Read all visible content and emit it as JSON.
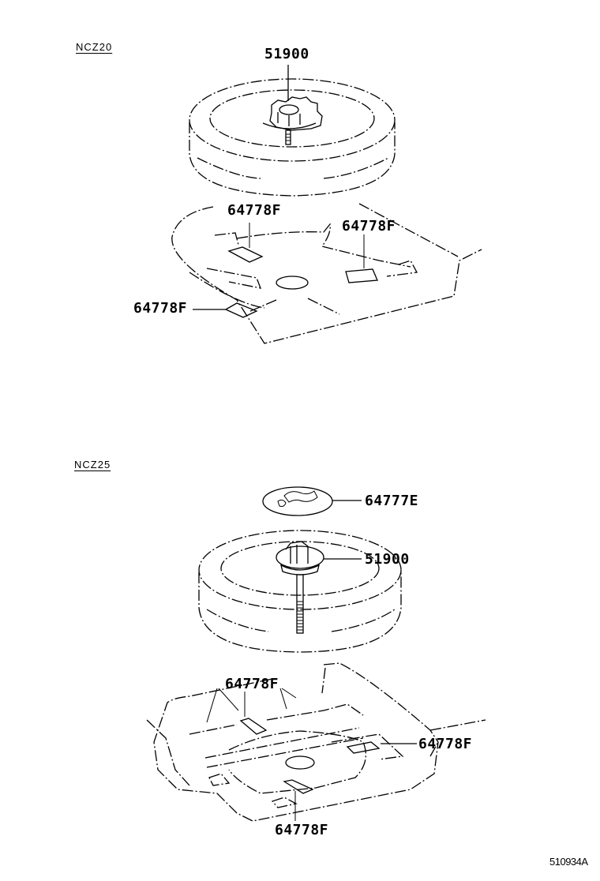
{
  "diagram": {
    "reference_code": "510934A",
    "sections": [
      {
        "model": "NCZ20",
        "parts": [
          {
            "part_no": "51900",
            "description": "spare wheel carrier clamp"
          },
          {
            "part_no": "64778F",
            "position": "top-left pad"
          },
          {
            "part_no": "64778F",
            "position": "right pad"
          },
          {
            "part_no": "64778F",
            "position": "left-front pad"
          }
        ]
      },
      {
        "model": "NCZ25",
        "parts": [
          {
            "part_no": "64777E",
            "description": "caution label plate"
          },
          {
            "part_no": "51900",
            "description": "spare wheel carrier clamp"
          },
          {
            "part_no": "64778F",
            "position": "left pad"
          },
          {
            "part_no": "64778F",
            "position": "right pad"
          },
          {
            "part_no": "64778F",
            "position": "bottom pad"
          }
        ]
      }
    ]
  }
}
